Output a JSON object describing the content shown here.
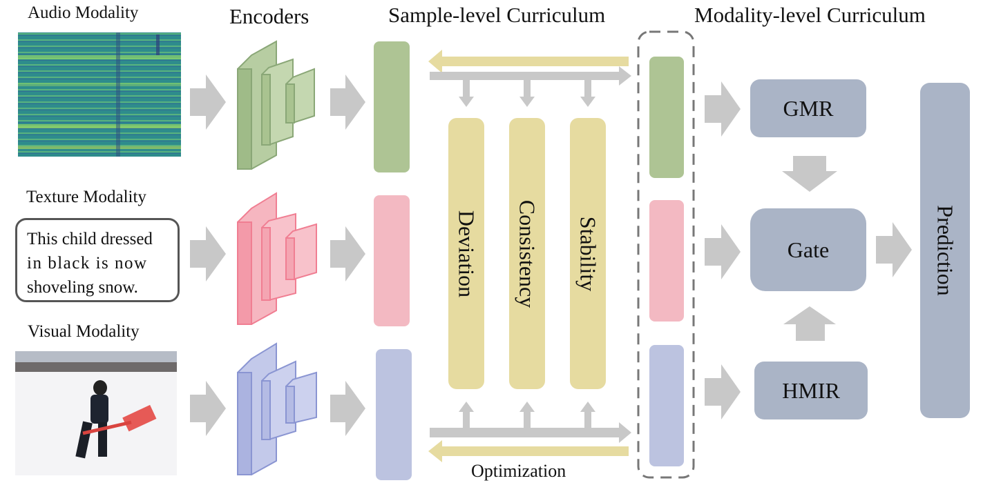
{
  "titles": {
    "encoders": "Encoders",
    "sample_curriculum": "Sample-level Curriculum",
    "modality_curriculum": "Modality-level Curriculum"
  },
  "modalities": {
    "audio": "Audio Modality",
    "texture": "Texture Modality",
    "visual": "Visual Modality",
    "texture_text": [
      "This child dressed",
      "in black is now",
      "shoveling snow."
    ]
  },
  "metrics": [
    "Deviation",
    "Consistency",
    "Stability"
  ],
  "optimization": "Optimization",
  "modules": {
    "gmr": "GMR",
    "gate": "Gate",
    "hmir": "HMIR",
    "prediction": "Prediction"
  },
  "colors": {
    "audio": "#aec494",
    "texture": "#f3b9c2",
    "visual": "#bcc3e0",
    "metric": "#e6dba0",
    "module": "#aab4c6",
    "arrow": "#c8c8c8",
    "optim_arrow": "#e6dba0"
  }
}
